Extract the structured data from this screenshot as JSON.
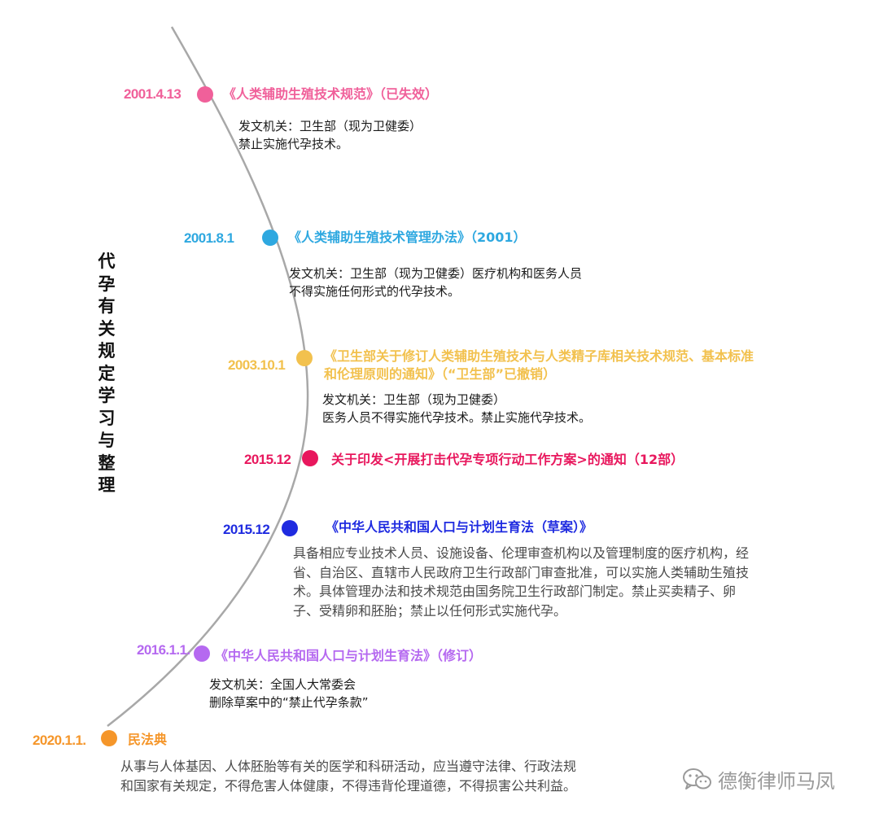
{
  "side_title": "代孕有关规定学习与整理",
  "entries": [
    {
      "date": "2001.4.13",
      "title": "《人类辅助生殖技术规范》（已失效）",
      "lines": [
        "发文机关：卫生部（现为卫健委）",
        "禁止实施代孕技术。"
      ],
      "color": "#F0609A"
    },
    {
      "date": "2001.8.1",
      "title": "《人类辅助生殖技术管理办法》（2001）",
      "lines": [
        "发文机关：卫生部（现为卫健委）医疗机构和医务人员",
        "不得实施任何形式的代孕技术。"
      ],
      "color": "#2EA8E0"
    },
    {
      "date": "2003.10.1",
      "title": "《卫生部关于修订人类辅助生殖技术与人类精子库相关技术规范、基本标准",
      "title2": "和伦理原则的通知》（“卫生部”已撤销）",
      "lines": [
        "发文机关：卫生部（现为卫健委）",
        "医务人员不得实施代孕技术。禁止实施代孕技术。"
      ],
      "color": "#F2C14E"
    },
    {
      "date": "2015.12",
      "title": "关于印发<开展打击代孕专项行动工作方案>的通知（12部）",
      "lines": [],
      "color": "#E8175D"
    },
    {
      "date": "2015.12",
      "title": "《中华人民共和国人口与计划生育法（草案）》",
      "lines": [
        "具备相应专业技术人员、设施设备、伦理审查机构以及管理制度的医疗机构，经",
        "省、自治区、直辖市人民政府卫生行政部门审查批准，可以实施人类辅助生殖技",
        "术。具体管理办法和技术规范由国务院卫生行政部门制定。禁止买卖精子、卵",
        "子、受精卵和胚胎；禁止以任何形式实施代孕。"
      ],
      "color": "#1F2BE0"
    },
    {
      "date": "2016.1.1.",
      "title": "《中华人民共和国人口与计划生育法》（修订）",
      "lines": [
        "发文机关：全国人大常委会",
        "删除草案中的“禁止代孕条款”"
      ],
      "color": "#B569F0"
    },
    {
      "date": "2020.1.1.",
      "title": "民法典",
      "lines": [
        "从事与人体基因、人体胚胎等有关的医学和科研活动，应当遵守法律、行政法规",
        "和国家有关规定，不得危害人体健康，不得违背伦理道德，不得损害公共利益。"
      ],
      "color": "#F5962A"
    }
  ],
  "watermark": {
    "icon": "wechat-icon",
    "text": "德衡律师马凤"
  },
  "timeline_color": "#A8A8A8"
}
